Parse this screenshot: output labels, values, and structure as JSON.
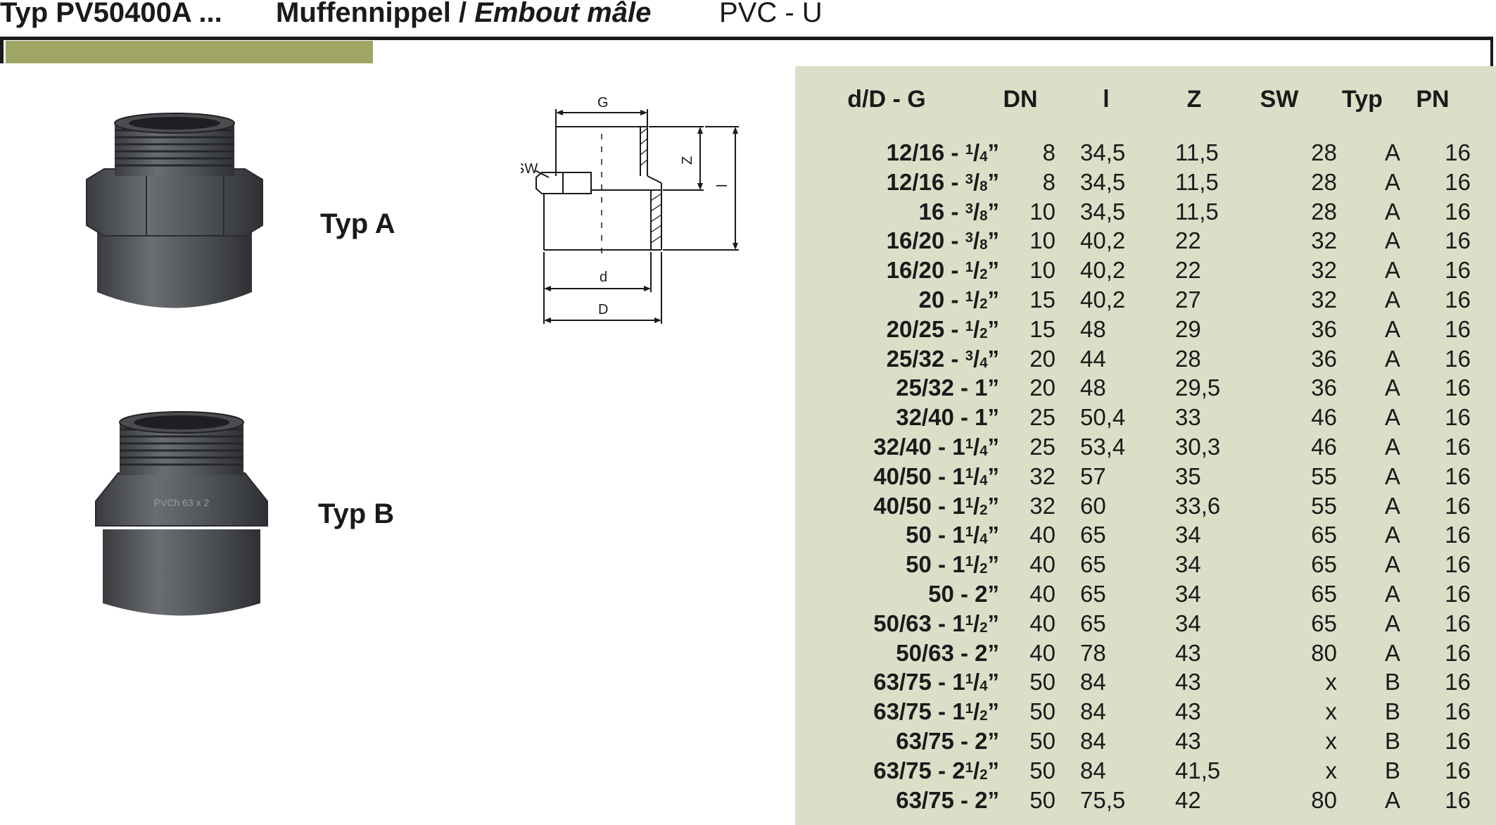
{
  "header": {
    "code": "Typ PV50400A ...",
    "title_de": "Muffennippel / ",
    "title_fr": "Embout mâle",
    "material": "PVC - U"
  },
  "labels": {
    "type_a": "Typ A",
    "type_b": "Typ B"
  },
  "drawing": {
    "G": "G",
    "SW": "SW",
    "Z": "Z",
    "l": "l",
    "d": "d",
    "D": "D"
  },
  "photo_b_marking": "PVCh 63 x 2",
  "table": {
    "headers": [
      "d/D - G",
      "DN",
      "l",
      "Z",
      "SW",
      "Typ",
      "PN"
    ],
    "rows": [
      {
        "dim": "12/16 - ",
        "thread": "1/4",
        "dn": "8",
        "l": "34,5",
        "z": "11,5",
        "sw": "28",
        "typ": "A",
        "pn": "16"
      },
      {
        "dim": "12/16 - ",
        "thread": "3/8",
        "dn": "8",
        "l": "34,5",
        "z": "11,5",
        "sw": "28",
        "typ": "A",
        "pn": "16"
      },
      {
        "dim": "16 - ",
        "thread": "3/8",
        "dn": "10",
        "l": "34,5",
        "z": "11,5",
        "sw": "28",
        "typ": "A",
        "pn": "16"
      },
      {
        "dim": "16/20 - ",
        "thread": "3/8",
        "dn": "10",
        "l": "40,2",
        "z": "22",
        "sw": "32",
        "typ": "A",
        "pn": "16"
      },
      {
        "dim": "16/20 - ",
        "thread": "1/2",
        "dn": "10",
        "l": "40,2",
        "z": "22",
        "sw": "32",
        "typ": "A",
        "pn": "16"
      },
      {
        "dim": "20 - ",
        "thread": "1/2",
        "dn": "15",
        "l": "40,2",
        "z": "27",
        "sw": "32",
        "typ": "A",
        "pn": "16"
      },
      {
        "dim": "20/25 - ",
        "thread": "1/2",
        "dn": "15",
        "l": "48",
        "z": "29",
        "sw": "36",
        "typ": "A",
        "pn": "16"
      },
      {
        "dim": "25/32 - ",
        "thread": "3/4",
        "dn": "20",
        "l": "44",
        "z": "28",
        "sw": "36",
        "typ": "A",
        "pn": "16"
      },
      {
        "dim": "25/32 - ",
        "thread": "1",
        "dn": "20",
        "l": "48",
        "z": "29,5",
        "sw": "36",
        "typ": "A",
        "pn": "16"
      },
      {
        "dim": "32/40 - ",
        "thread": "1",
        "dn": "25",
        "l": "50,4",
        "z": "33",
        "sw": "46",
        "typ": "A",
        "pn": "16"
      },
      {
        "dim": "32/40 - ",
        "thread": "1 1/4",
        "dn": "25",
        "l": "53,4",
        "z": "30,3",
        "sw": "46",
        "typ": "A",
        "pn": "16"
      },
      {
        "dim": "40/50 - ",
        "thread": "1 1/4",
        "dn": "32",
        "l": "57",
        "z": "35",
        "sw": "55",
        "typ": "A",
        "pn": "16"
      },
      {
        "dim": "40/50 - ",
        "thread": "1 1/2",
        "dn": "32",
        "l": "60",
        "z": "33,6",
        "sw": "55",
        "typ": "A",
        "pn": "16"
      },
      {
        "dim": "50 - ",
        "thread": "1 1/4",
        "dn": "40",
        "l": "65",
        "z": "34",
        "sw": "65",
        "typ": "A",
        "pn": "16"
      },
      {
        "dim": "50 - ",
        "thread": "1 1/2",
        "dn": "40",
        "l": "65",
        "z": "34",
        "sw": "65",
        "typ": "A",
        "pn": "16"
      },
      {
        "dim": "50 - ",
        "thread": "2",
        "dn": "40",
        "l": "65",
        "z": "34",
        "sw": "65",
        "typ": "A",
        "pn": "16"
      },
      {
        "dim": "50/63 - ",
        "thread": "1 1/2",
        "dn": "40",
        "l": "65",
        "z": "34",
        "sw": "65",
        "typ": "A",
        "pn": "16"
      },
      {
        "dim": "50/63 - ",
        "thread": "2",
        "dn": "40",
        "l": "78",
        "z": "43",
        "sw": "80",
        "typ": "A",
        "pn": "16"
      },
      {
        "dim": "63/75 - ",
        "thread": "1 1/4",
        "dn": "50",
        "l": "84",
        "z": "43",
        "sw": "x",
        "typ": "B",
        "pn": "16"
      },
      {
        "dim": "63/75 - ",
        "thread": "1 1/2",
        "dn": "50",
        "l": "84",
        "z": "43",
        "sw": "x",
        "typ": "B",
        "pn": "16"
      },
      {
        "dim": "63/75 - ",
        "thread": "2",
        "dn": "50",
        "l": "84",
        "z": "43",
        "sw": "x",
        "typ": "B",
        "pn": "16"
      },
      {
        "dim": "63/75 - ",
        "thread": "2 1/2",
        "dn": "50",
        "l": "84",
        "z": "41,5",
        "sw": "x",
        "typ": "B",
        "pn": "16"
      },
      {
        "dim": "63/75 - ",
        "thread": "2",
        "dn": "50",
        "l": "75,5",
        "z": "42",
        "sw": "80",
        "typ": "A",
        "pn": "16"
      }
    ]
  }
}
